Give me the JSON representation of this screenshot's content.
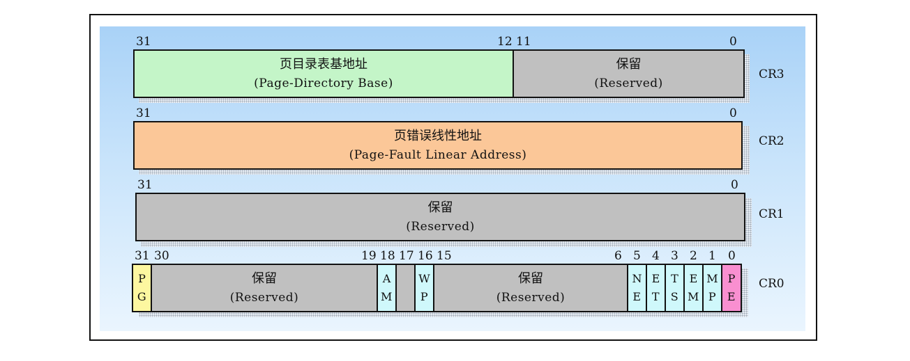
{
  "cr3": {
    "name": "CR3",
    "bits": {
      "b31": "31",
      "b12": "12",
      "b11": "11",
      "b0": "0"
    },
    "base_cn": "页目录表基地址",
    "base_en": "(Page-Directory Base)",
    "res_cn": "保留",
    "res_en": "(Reserved)"
  },
  "cr2": {
    "name": "CR2",
    "bits": {
      "b31": "31",
      "b0": "0"
    },
    "addr_cn": "页错误线性地址",
    "addr_en": "(Page-Fault Linear Address)"
  },
  "cr1": {
    "name": "CR1",
    "bits": {
      "b31": "31",
      "b0": "0"
    },
    "res_cn": "保留",
    "res_en": "(Reserved)"
  },
  "cr0": {
    "name": "CR0",
    "bits": {
      "b31": "31",
      "b30": "30",
      "b19": "19",
      "b18": "18",
      "b17": "17",
      "b16": "16",
      "b15": "15",
      "b6": "6",
      "b5": "5",
      "b4": "4",
      "b3": "3",
      "b2": "2",
      "b1": "1",
      "b0": "0"
    },
    "pg": [
      "P",
      "G"
    ],
    "res_a_cn": "保留",
    "res_a_en": "(Reserved)",
    "am": [
      "A",
      "M"
    ],
    "wp": [
      "W",
      "P"
    ],
    "res_b_cn": "保留",
    "res_b_en": "(Reserved)",
    "ne": [
      "N",
      "E"
    ],
    "et": [
      "E",
      "T"
    ],
    "ts": [
      "T",
      "S"
    ],
    "em": [
      "E",
      "M"
    ],
    "mp": [
      "M",
      "P"
    ],
    "pe": [
      "P",
      "E"
    ]
  }
}
